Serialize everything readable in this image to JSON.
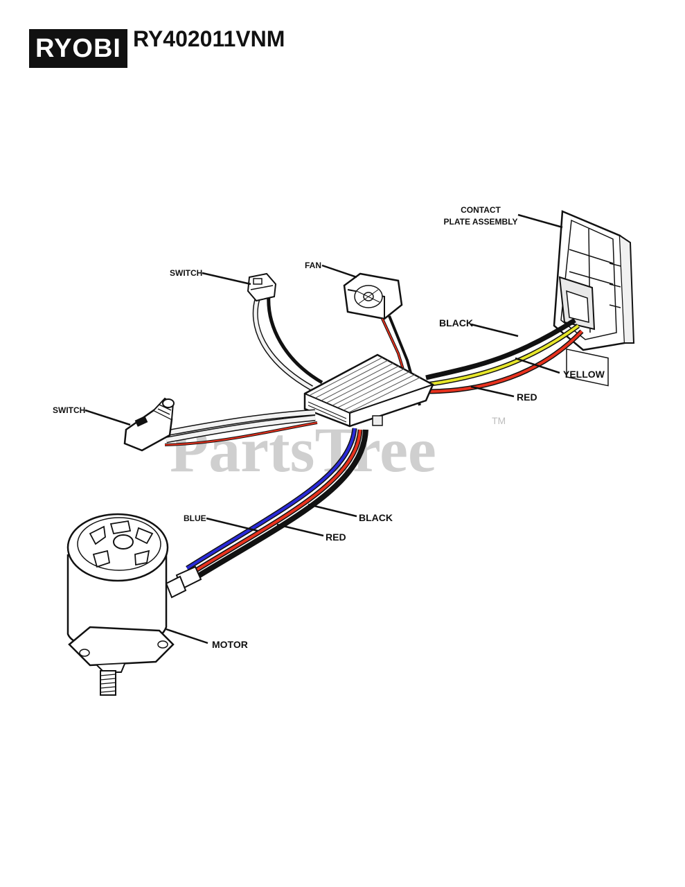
{
  "header": {
    "logo_text": "RYOBI",
    "model": "RY402011VNM"
  },
  "watermark": {
    "text": "PartsTree",
    "tm": "TM"
  },
  "labels": {
    "contact_line1": "CONTACT",
    "contact_line2": "PLATE ASSEMBLY",
    "fan": "FAN",
    "switch_top": "SWITCH",
    "switch_left": "SWITCH",
    "black_right": "BLACK",
    "yellow": "YELLOW",
    "red_right": "RED",
    "blue": "BLUE",
    "black_lower": "BLACK",
    "red_lower": "RED",
    "motor": "MOTOR"
  },
  "colors": {
    "black_wire": "#111111",
    "red_wire": "#e8321e",
    "yellow_wire": "#e6e62a",
    "blue_wire": "#2a2ad8",
    "line": "#111111"
  }
}
